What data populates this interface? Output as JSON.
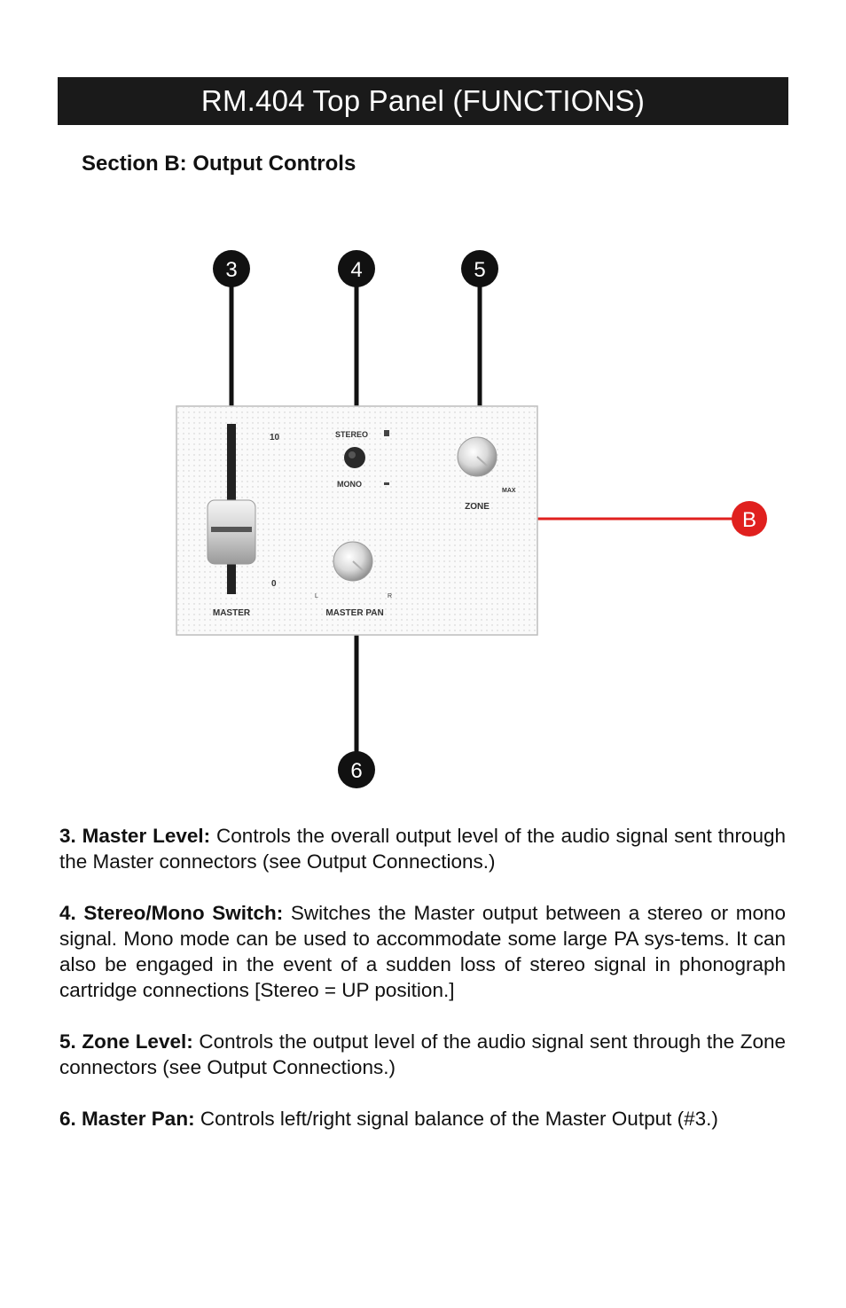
{
  "header": {
    "title": "RM.404 Top Panel (FUNCTIONS)"
  },
  "section": {
    "heading": "Section B: Output Controls"
  },
  "diagram": {
    "callouts": [
      "3",
      "4",
      "5",
      "6"
    ],
    "section_marker": "B",
    "panel_labels": {
      "master": "MASTER",
      "master_pan": "MASTER PAN",
      "zone": "ZONE",
      "stereo": "STEREO",
      "mono": "MONO",
      "top_mark": "10",
      "bottom_mark": "0",
      "zone_max": "MAX",
      "pan_left": "L",
      "pan_right": "R"
    },
    "colors": {
      "marker_red": "#e0201e",
      "callout_black": "#111111"
    }
  },
  "descriptions": [
    {
      "label": "3. Master Level:",
      "text": " Controls the overall output level of the audio signal sent through the Master connectors (see Output Connections.)"
    },
    {
      "label": "4. Stereo/Mono Switch:",
      "text": " Switches the Master output between a stereo or mono signal.  Mono mode can be used to accommodate some large PA sys-tems.  It can also be engaged in the event of a sudden loss of stereo signal in phonograph cartridge connections [Stereo = UP position.]"
    },
    {
      "label": "5. Zone Level:",
      "text": " Controls the output level of the audio signal sent through the Zone connectors (see Output Connections.)"
    },
    {
      "label": "6. Master Pan:",
      "text": " Controls left/right signal balance of the Master Output (#3.)"
    }
  ]
}
